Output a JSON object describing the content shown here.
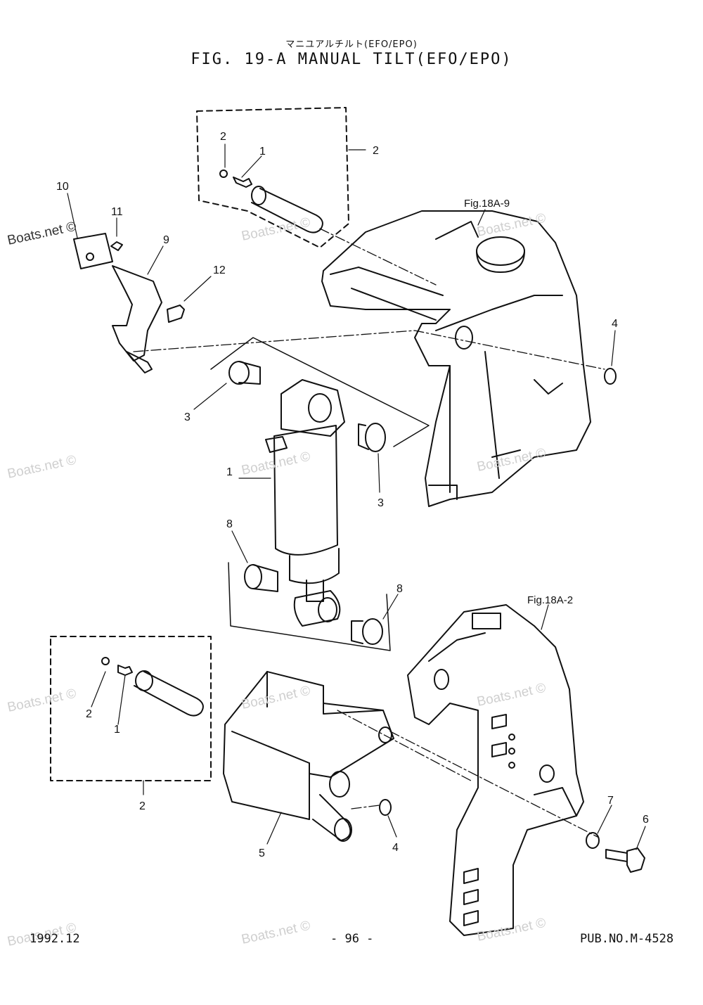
{
  "header": {
    "subtitle_jp": "マニユアルチルト(EFO/EPO)",
    "title": "FIG. 19-A MANUAL TILT(EFO/EPO)"
  },
  "references": {
    "upper_bracket": "Fig.18A-9",
    "lower_bracket": "Fig.18A-2"
  },
  "callouts": [
    "1",
    "2",
    "3",
    "4",
    "5",
    "6",
    "7",
    "8",
    "9",
    "10",
    "11",
    "12"
  ],
  "watermark": "Boats.net ©",
  "footer": {
    "date": "1992.12",
    "page": "- 96 -",
    "publication": "PUB.NO.M-4528"
  }
}
